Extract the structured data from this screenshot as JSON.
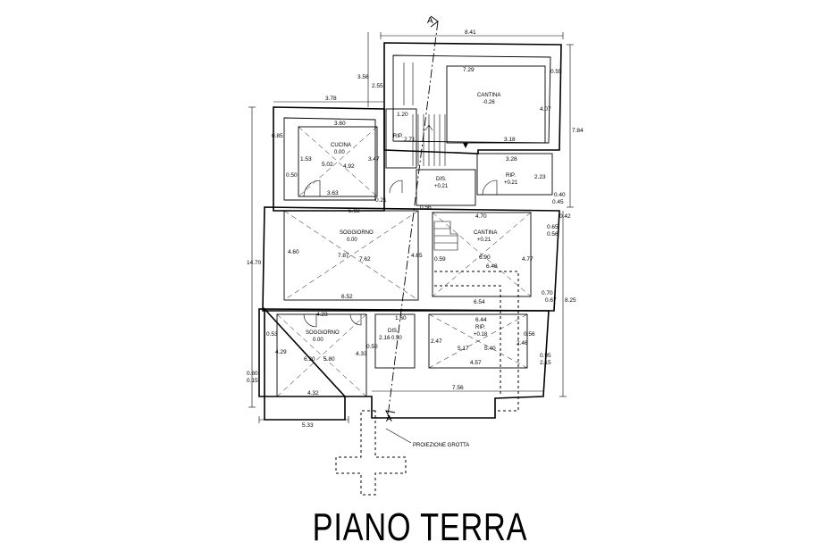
{
  "plan": {
    "title": "PIANO TERRA",
    "section_mark": "A",
    "projection_label": "PROIEZIONE GROTTA",
    "rooms": [
      {
        "id": "cantina-top",
        "name": "CANTINA",
        "level": "-0.26"
      },
      {
        "id": "cucina",
        "name": "CUCINA",
        "level": "0.00"
      },
      {
        "id": "rip-stair",
        "name": "RIP."
      },
      {
        "id": "rip-right",
        "name": "RIP.",
        "level": "+0.21"
      },
      {
        "id": "dis-top",
        "name": "DIS.",
        "level": "+0.21"
      },
      {
        "id": "soggiorno-center",
        "name": "SOGGIORNO",
        "level": "0.00"
      },
      {
        "id": "cantina-mid",
        "name": "CANTINA",
        "level": "+0.21"
      },
      {
        "id": "soggiorno-bottom",
        "name": "SOGGIORNO",
        "level": "0.00"
      },
      {
        "id": "dis-bottom",
        "name": "DIS.",
        "level": "0.50"
      },
      {
        "id": "rip-bottom",
        "name": "RIP.",
        "level": "+0.18"
      }
    ],
    "dimensions": {
      "overall_top": "8.41",
      "cantina_top_width": "7.29",
      "cantina_top_height": "4.07",
      "cantina_top_lower": "3.18",
      "left_wing_width": "3.78",
      "cucina_width": "3.60",
      "cucina_bottom": "3.63",
      "cucina_height": "3.47",
      "cucina_side": "1.53",
      "cucina_diag_a": "5.02",
      "cucina_diag_b": "4.92",
      "rip_stair_width": "1.20",
      "rip_stair_height": "2.71",
      "rip_right_width": "3.28",
      "rip_right_height": "2.23",
      "soggiorno_c_top": "5.92",
      "soggiorno_c_bottom": "6.52",
      "soggiorno_c_side_left": "4.60",
      "soggiorno_c_side_right": "4.65",
      "soggiorno_c_diag_a": "7.87",
      "soggiorno_c_diag_b": "7.62",
      "cantina_mid_top": "4.70",
      "cantina_mid_bottom": "6.54",
      "cantina_mid_side": "4.77",
      "cantina_mid_diag_a": "6.90",
      "cantina_mid_diag_b": "6.48",
      "cantina_mid_step": "0.56",
      "soggiorno_b_top": "4.23",
      "soggiorno_b_bottom": "4.32",
      "soggiorno_b_side_left": "4.29",
      "soggiorno_b_side_right": "4.33",
      "soggiorno_b_diag_a": "6.30",
      "soggiorno_b_diag_b": "5.80",
      "dis_b_width": "1.60",
      "dis_b_height": "2.16",
      "rip_b_top": "6.44",
      "rip_b_bottom": "4.57",
      "rip_b_side": "2.47",
      "rip_b_side_r": "2.46",
      "rip_b_diag_a": "5.17",
      "rip_b_diag_b": "5.40",
      "bottom_total": "7.56",
      "bottom_left": "5.33",
      "left_total": "14.70",
      "right_top": "7.84",
      "right_bottom": "8.25",
      "misc": [
        "3.56",
        "2.55",
        "0.85",
        "0.50",
        "0.40",
        "0.45",
        "0.42",
        "0.65",
        "0.70",
        "0.95",
        "0.80",
        "0.15",
        "0.56",
        "0.50",
        "0.53",
        "2.15",
        "0.55",
        "0.21",
        "0.56",
        "0.59",
        "0.67"
      ]
    }
  }
}
